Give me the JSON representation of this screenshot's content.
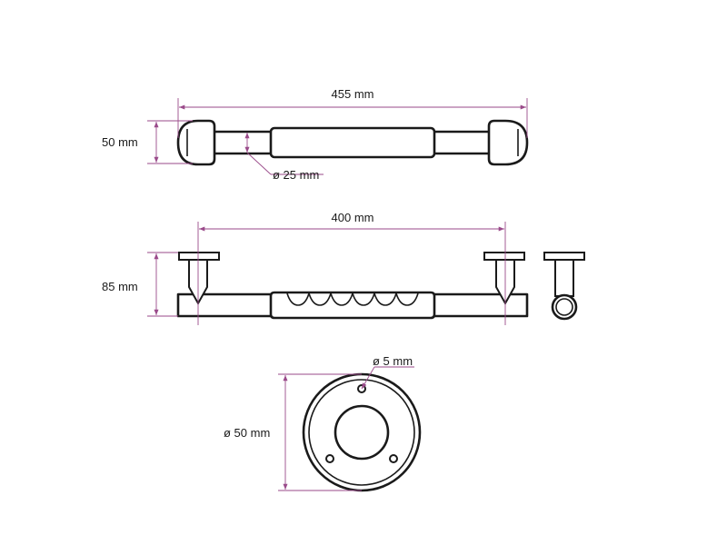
{
  "dimensions": {
    "top_width": "455 mm",
    "top_height": "50 mm",
    "tube_diameter": "ø 25 mm",
    "front_width": "400 mm",
    "front_height": "85 mm",
    "hole_diameter": "ø 5 mm",
    "flange_diameter": "ø 50 mm"
  },
  "colors": {
    "outline": "#1a1a1a",
    "dimension_line": "#9a4a8a"
  }
}
